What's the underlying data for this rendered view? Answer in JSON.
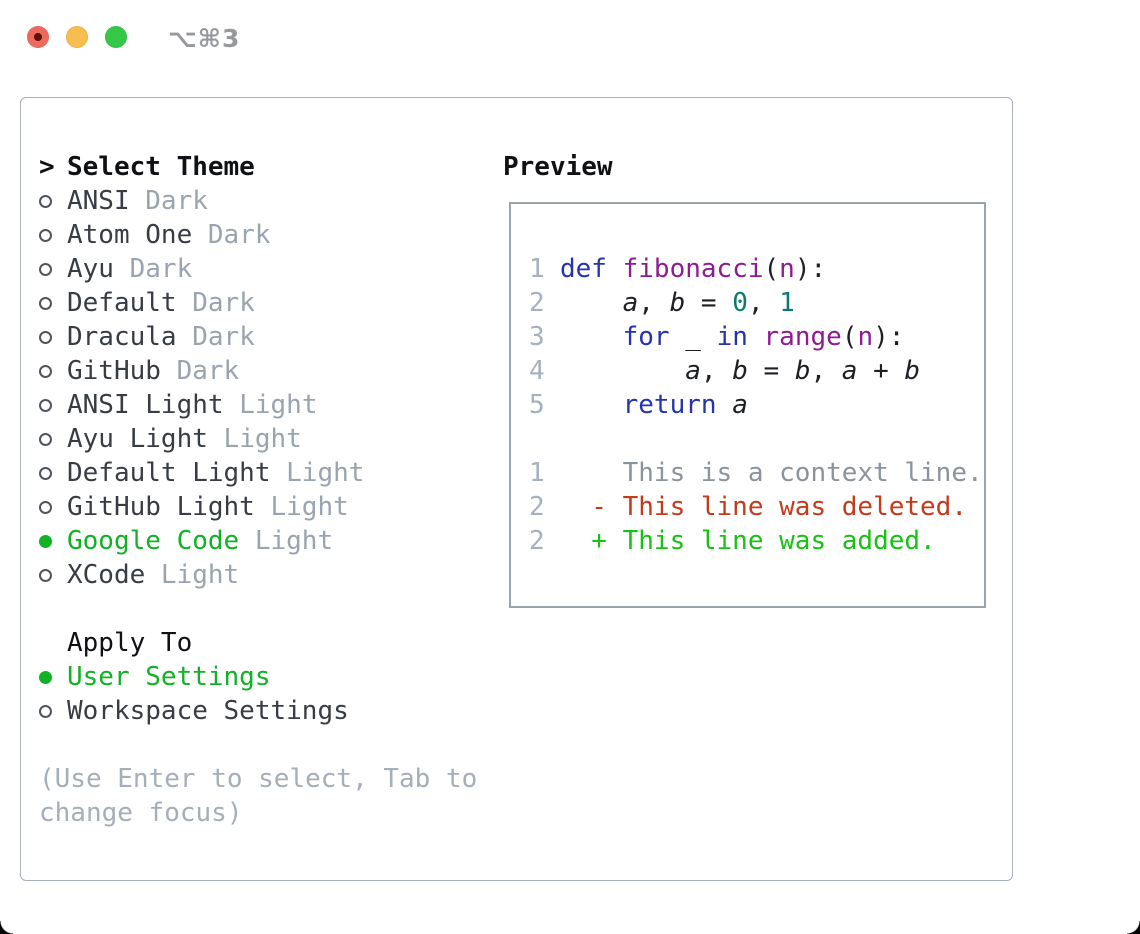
{
  "window": {
    "title": "⌥⌘3"
  },
  "colors": {
    "ui_green": "#12b226",
    "code_keyword": "#2533ae",
    "code_function": "#8d1c93",
    "code_number": "#0c7a74",
    "diff_deleted": "#c53a1a",
    "diff_added": "#18c214",
    "light_red": "#ee6a5e",
    "light_yellow": "#f6bd4f",
    "light_green": "#34c748"
  },
  "theme_picker": {
    "prompt": ">",
    "title": "Select Theme",
    "items": [
      {
        "name": "ANSI",
        "variant": "Dark",
        "selected": false
      },
      {
        "name": "Atom One",
        "variant": "Dark",
        "selected": false
      },
      {
        "name": "Ayu",
        "variant": "Dark",
        "selected": false
      },
      {
        "name": "Default",
        "variant": "Dark",
        "selected": false
      },
      {
        "name": "Dracula",
        "variant": "Dark",
        "selected": false
      },
      {
        "name": "GitHub",
        "variant": "Dark",
        "selected": false
      },
      {
        "name": "ANSI Light",
        "variant": "Light",
        "selected": false
      },
      {
        "name": "Ayu Light",
        "variant": "Light",
        "selected": false
      },
      {
        "name": "Default Light",
        "variant": "Light",
        "selected": false
      },
      {
        "name": "GitHub Light",
        "variant": "Light",
        "selected": false
      },
      {
        "name": "Google Code",
        "variant": "Light",
        "selected": true
      },
      {
        "name": "XCode",
        "variant": "Light",
        "selected": false
      }
    ]
  },
  "apply_section": {
    "title": "Apply To",
    "options": [
      {
        "name": "User Settings",
        "selected": true
      },
      {
        "name": "Workspace Settings",
        "selected": false
      }
    ]
  },
  "hint": "(Use Enter to select, Tab to change focus)",
  "preview": {
    "title": "Preview",
    "lines": [
      {
        "num": "1",
        "tokens": [
          [
            "def",
            "keyword"
          ],
          [
            " ",
            "plain"
          ],
          [
            "fibonacci",
            "function"
          ],
          [
            "(",
            "plain"
          ],
          [
            "n",
            "function"
          ],
          [
            "):",
            "plain"
          ]
        ]
      },
      {
        "num": "2",
        "tokens": [
          [
            "    ",
            "plain"
          ],
          [
            "a",
            "variable"
          ],
          [
            ", ",
            "plain"
          ],
          [
            "b",
            "variable"
          ],
          [
            " = ",
            "plain"
          ],
          [
            "0",
            "number"
          ],
          [
            ", ",
            "plain"
          ],
          [
            "1",
            "number"
          ]
        ]
      },
      {
        "num": "3",
        "tokens": [
          [
            "    ",
            "plain"
          ],
          [
            "for",
            "keyword"
          ],
          [
            " _ ",
            "plain"
          ],
          [
            "in",
            "keyword"
          ],
          [
            " ",
            "plain"
          ],
          [
            "range",
            "function"
          ],
          [
            "(",
            "plain"
          ],
          [
            "n",
            "function"
          ],
          [
            "):",
            "plain"
          ]
        ]
      },
      {
        "num": "4",
        "tokens": [
          [
            "        ",
            "plain"
          ],
          [
            "a",
            "variable"
          ],
          [
            ", ",
            "plain"
          ],
          [
            "b",
            "variable"
          ],
          [
            " = ",
            "plain"
          ],
          [
            "b",
            "variable"
          ],
          [
            ", ",
            "plain"
          ],
          [
            "a",
            "variable"
          ],
          [
            " + ",
            "plain"
          ],
          [
            "b",
            "variable"
          ]
        ]
      },
      {
        "num": "5",
        "tokens": [
          [
            "    ",
            "plain"
          ],
          [
            "return",
            "keyword"
          ],
          [
            " ",
            "plain"
          ],
          [
            "a",
            "variable"
          ]
        ]
      },
      {
        "num": "",
        "tokens": []
      },
      {
        "num": "1",
        "tokens": [
          [
            "    This is a context line.",
            "context"
          ]
        ]
      },
      {
        "num": "2",
        "tokens": [
          [
            "  - This line was deleted.",
            "deleted"
          ]
        ]
      },
      {
        "num": "2",
        "tokens": [
          [
            "  + This line was added.",
            "added"
          ]
        ]
      }
    ]
  }
}
